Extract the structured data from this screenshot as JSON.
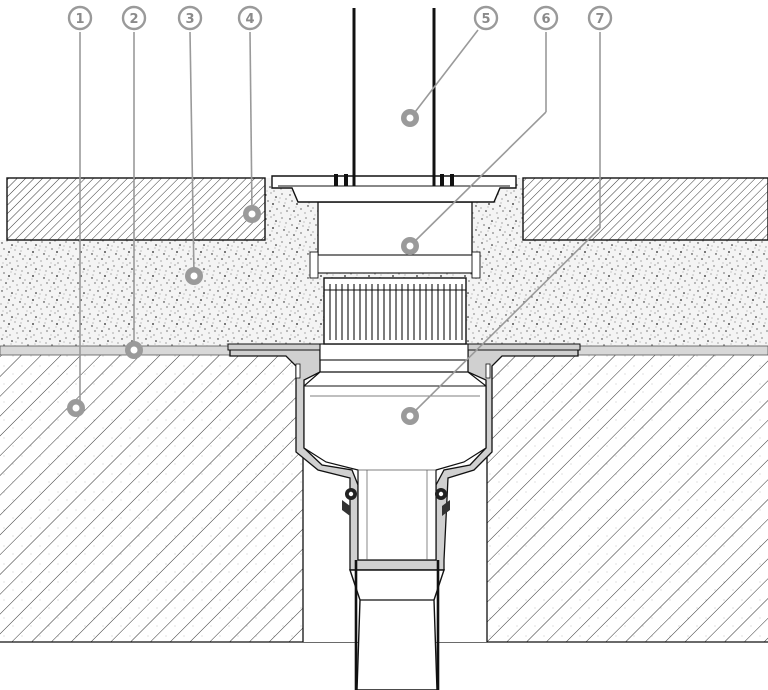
{
  "colors": {
    "stroke": "#111111",
    "callout": "#9a9a9a",
    "gravel_bg": "#f2f2f2",
    "pipe_fill": "#ffffff"
  },
  "callouts": [
    {
      "number": "1",
      "part": "concrete-slab"
    },
    {
      "number": "2",
      "part": "waterproofing-membrane"
    },
    {
      "number": "3",
      "part": "gravel-bed"
    },
    {
      "number": "4",
      "part": "paving-slab"
    },
    {
      "number": "5",
      "part": "drain-riser-pipe"
    },
    {
      "number": "6",
      "part": "strainer-basket"
    },
    {
      "number": "7",
      "part": "drain-body"
    }
  ]
}
